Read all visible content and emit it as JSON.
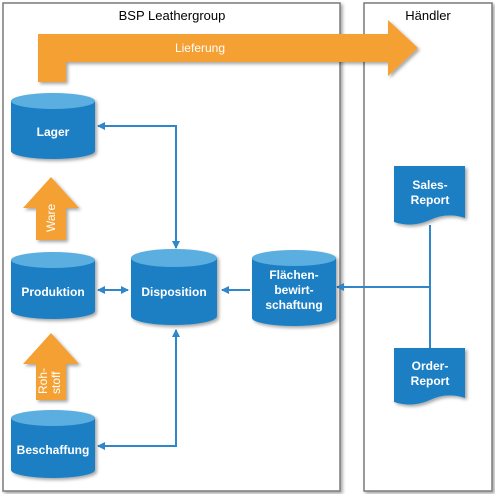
{
  "panels": {
    "left_title": "BSP Leathergroup",
    "right_title": "Händler"
  },
  "flows": {
    "delivery": "Lieferung",
    "goods": "Ware",
    "raw_material_line1": "Roh-",
    "raw_material_line2": "stoff"
  },
  "nodes": {
    "lager": "Lager",
    "produktion": "Produktion",
    "beschaffung": "Beschaffung",
    "disposition": "Disposition",
    "flaechen_line1": "Flächen-",
    "flaechen_line2": "bewirt-",
    "flaechen_line3": "schaftung"
  },
  "documents": {
    "sales_line1": "Sales-",
    "sales_line2": "Report",
    "order_line1": "Order-",
    "order_line2": "Report"
  },
  "colors": {
    "node_blue": "#1a7fc4",
    "node_top": "#5aaee0",
    "arrow_orange": "#f5a030",
    "connector_blue": "#2f86c8",
    "frame": "#7a7a7a"
  }
}
